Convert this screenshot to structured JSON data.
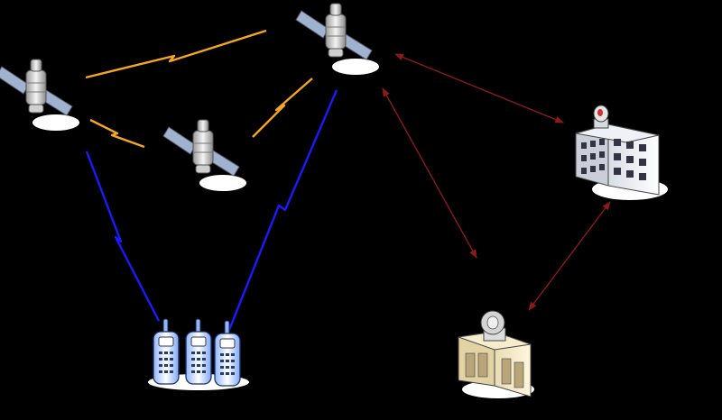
{
  "diagram": {
    "background": "#000000",
    "nodes": [
      {
        "id": "satellite-1",
        "kind": "satellite",
        "icon": "satellite-icon"
      },
      {
        "id": "satellite-2",
        "kind": "satellite",
        "icon": "satellite-icon"
      },
      {
        "id": "satellite-3",
        "kind": "satellite",
        "icon": "satellite-icon"
      },
      {
        "id": "ground-control-building",
        "kind": "building",
        "icon": "building-with-dish-icon"
      },
      {
        "id": "ground-station",
        "kind": "ground-station",
        "icon": "ground-station-icon"
      },
      {
        "id": "mobile-phones",
        "kind": "handsets",
        "icon": "mobile-phone-icon",
        "count": 3
      }
    ],
    "links": [
      {
        "from": "satellite-1",
        "to": "satellite-3",
        "style": "lightning",
        "color": "#f5a623"
      },
      {
        "from": "satellite-1",
        "to": "satellite-2",
        "style": "lightning",
        "color": "#f5a623"
      },
      {
        "from": "satellite-2",
        "to": "satellite-3",
        "style": "lightning",
        "color": "#f5a623"
      },
      {
        "from": "satellite-1",
        "to": "mobile-phones",
        "style": "lightning",
        "color": "#1a1aff"
      },
      {
        "from": "satellite-3",
        "to": "mobile-phones",
        "style": "lightning",
        "color": "#1a1aff"
      },
      {
        "from": "satellite-3",
        "to": "ground-control-building",
        "style": "arrow-both",
        "color": "#8b1a1a"
      },
      {
        "from": "satellite-3",
        "to": "ground-station",
        "style": "arrow-both",
        "color": "#8b1a1a"
      },
      {
        "from": "ground-control-building",
        "to": "ground-station",
        "style": "arrow-both",
        "color": "#8b1a1a"
      }
    ]
  }
}
